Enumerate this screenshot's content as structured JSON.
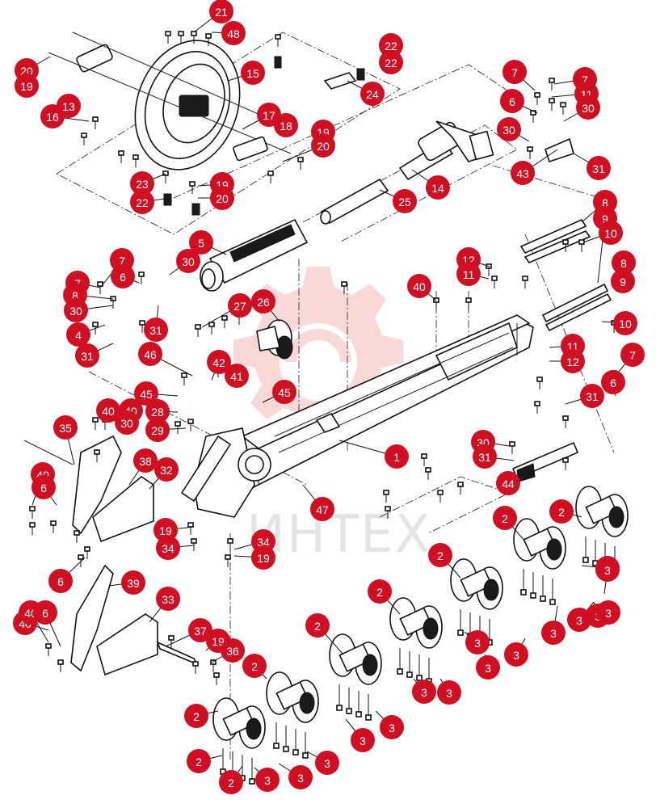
{
  "watermark": "ИНТЕХ",
  "colors": {
    "callout": "#d10f23",
    "callout_text": "#ffffff",
    "line": "#111111",
    "watermark_gear": "#f3b9b9"
  },
  "callouts": [
    {
      "n": "21"
    },
    {
      "n": "48"
    },
    {
      "n": "22"
    },
    {
      "n": "22"
    },
    {
      "n": "20"
    },
    {
      "n": "19"
    },
    {
      "n": "15"
    },
    {
      "n": "24"
    },
    {
      "n": "13"
    },
    {
      "n": "16"
    },
    {
      "n": "17"
    },
    {
      "n": "18"
    },
    {
      "n": "19"
    },
    {
      "n": "20"
    },
    {
      "n": "23"
    },
    {
      "n": "22"
    },
    {
      "n": "19"
    },
    {
      "n": "20"
    },
    {
      "n": "14"
    },
    {
      "n": "25"
    },
    {
      "n": "7"
    },
    {
      "n": "7"
    },
    {
      "n": "6"
    },
    {
      "n": "11"
    },
    {
      "n": "30"
    },
    {
      "n": "30"
    },
    {
      "n": "43"
    },
    {
      "n": "31"
    },
    {
      "n": "8"
    },
    {
      "n": "9"
    },
    {
      "n": "10"
    },
    {
      "n": "5"
    },
    {
      "n": "30"
    },
    {
      "n": "7"
    },
    {
      "n": "6"
    },
    {
      "n": "12"
    },
    {
      "n": "11"
    },
    {
      "n": "40"
    },
    {
      "n": "8"
    },
    {
      "n": "9"
    },
    {
      "n": "7"
    },
    {
      "n": "8"
    },
    {
      "n": "30"
    },
    {
      "n": "27"
    },
    {
      "n": "26"
    },
    {
      "n": "4"
    },
    {
      "n": "31"
    },
    {
      "n": "31"
    },
    {
      "n": "10"
    },
    {
      "n": "11"
    },
    {
      "n": "12"
    },
    {
      "n": "7"
    },
    {
      "n": "46"
    },
    {
      "n": "42"
    },
    {
      "n": "41"
    },
    {
      "n": "6"
    },
    {
      "n": "45"
    },
    {
      "n": "45"
    },
    {
      "n": "40"
    },
    {
      "n": "28"
    },
    {
      "n": "29"
    },
    {
      "n": "30"
    },
    {
      "n": "31"
    },
    {
      "n": "30"
    },
    {
      "n": "31"
    },
    {
      "n": "40"
    },
    {
      "n": "35"
    },
    {
      "n": "1"
    },
    {
      "n": "38"
    },
    {
      "n": "32"
    },
    {
      "n": "44"
    },
    {
      "n": "40"
    },
    {
      "n": "6"
    },
    {
      "n": "47"
    },
    {
      "n": "2"
    },
    {
      "n": "2"
    },
    {
      "n": "2"
    },
    {
      "n": "3"
    },
    {
      "n": "19"
    },
    {
      "n": "34"
    },
    {
      "n": "34"
    },
    {
      "n": "19"
    },
    {
      "n": "2"
    },
    {
      "n": "3"
    },
    {
      "n": "3"
    },
    {
      "n": "3"
    },
    {
      "n": "3"
    },
    {
      "n": "40"
    },
    {
      "n": "39"
    },
    {
      "n": "6"
    },
    {
      "n": "2"
    },
    {
      "n": "33"
    },
    {
      "n": "40"
    },
    {
      "n": "6"
    },
    {
      "n": "2"
    },
    {
      "n": "3"
    },
    {
      "n": "3"
    },
    {
      "n": "37"
    },
    {
      "n": "19"
    },
    {
      "n": "36"
    },
    {
      "n": "2"
    },
    {
      "n": "3"
    },
    {
      "n": "3"
    },
    {
      "n": "2"
    },
    {
      "n": "2"
    },
    {
      "n": "3"
    },
    {
      "n": "3"
    },
    {
      "n": "3"
    },
    {
      "n": "3"
    },
    {
      "n": "3"
    },
    {
      "n": "3"
    },
    {
      "n": "3"
    }
  ]
}
